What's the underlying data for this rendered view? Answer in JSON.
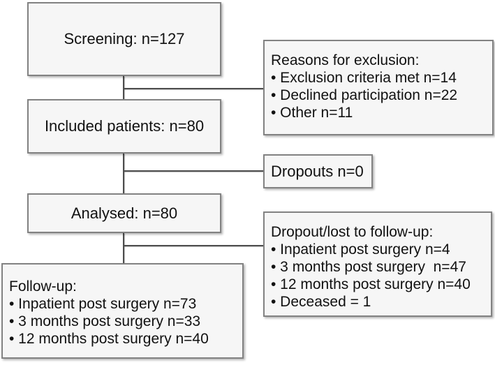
{
  "diagram": {
    "type": "patient-flow-chart",
    "colors": {
      "box_fill": "#f6f6f6",
      "box_border": "#828282",
      "connector": "#4d4d4d",
      "text": "#111111",
      "background": "#ffffff"
    },
    "screening": {
      "label": "Screening: n=127"
    },
    "reasons": {
      "title": "Reasons for exclusion:",
      "items": [
        "• Exclusion criteria met n=14",
        "• Declined participation n=22",
        "• Other n=11"
      ]
    },
    "included": {
      "label": "Included patients: n=80"
    },
    "dropouts": {
      "label": "Dropouts n=0"
    },
    "analysed": {
      "label": "Analysed: n=80"
    },
    "dropout_lost": {
      "title": "Dropout/lost to follow-up:",
      "items": [
        "• Inpatient post surgery n=4",
        "• 3 months post surgery  n=47",
        "• 12 months post surgery n=40",
        "• Deceased = 1"
      ]
    },
    "followup": {
      "title": "Follow-up:",
      "items": [
        "• Inpatient post surgery n=73",
        "• 3 months post surgery n=33",
        "• 12 months post surgery n=40"
      ]
    }
  }
}
